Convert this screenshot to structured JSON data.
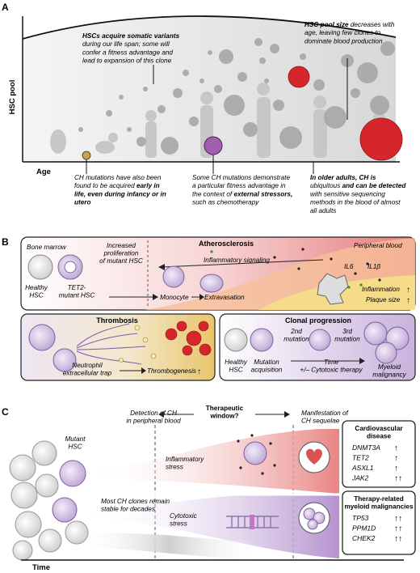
{
  "panels": {
    "a": "A",
    "b": "B",
    "c": "C"
  },
  "panel_a": {
    "y_axis": "HSC pool",
    "x_axis": "Age",
    "note_hsc_variants": [
      {
        "text": "HSCs acquire somatic variants",
        "style": "bi"
      },
      {
        "text": "during our life span; some will",
        "style": "i"
      },
      {
        "text": "confer a fitness advantage and",
        "style": "i"
      },
      {
        "text": "lead to expansion of this clone",
        "style": "i"
      }
    ],
    "note_pool_size": [
      {
        "text": "HSC pool size decreases with",
        "style": "bi",
        "split": "HSC pool size"
      },
      {
        "text": "age, leaving few clones to",
        "style": "i"
      },
      {
        "text": "dominate blood production",
        "style": "i"
      }
    ],
    "note_early": [
      {
        "text": "CH mutations have also been",
        "style": "i"
      },
      {
        "text": "found to be acquired early in",
        "style": "i",
        "split": "found to be acquired "
      },
      {
        "text": "life, even during infancy or in",
        "style": "bi"
      },
      {
        "text": "utero",
        "style": "bi"
      }
    ],
    "note_stressors": [
      {
        "text": "Some CH mutations demonstrate",
        "style": "i"
      },
      {
        "text": "a particular fitness advantage in",
        "style": "i"
      },
      {
        "text": "the context of external stressors,",
        "style": "i",
        "split": "the context of "
      },
      {
        "text": "such as chemotherapy",
        "style": "i"
      }
    ],
    "note_older": [
      {
        "text": "In older adults, CH is",
        "style": "bi"
      },
      {
        "text": "ubiquitous and can be detected",
        "style": "i",
        "split": "ubiquitous"
      },
      {
        "text": "with sensitive sequencing",
        "style": "i"
      },
      {
        "text": "methods in the blood of almost",
        "style": "i"
      },
      {
        "text": "all adults",
        "style": "i"
      }
    ]
  },
  "panel_b": {
    "atherosclerosis_title": "Atherosclerosis",
    "bone_marrow": "Bone marrow",
    "increased_prolif": [
      "Increased",
      "proliferation",
      "of mutant HSC"
    ],
    "inflammatory_signaling": "Inflammatory signaling",
    "peripheral_blood": "Peripheral blood",
    "healthy_hsc": [
      "Healthy",
      "HSC"
    ],
    "tet2_hsc": [
      "TET2-",
      "mutant HSC"
    ],
    "monocyte": "Monocyte",
    "extravasation": "Extravasation",
    "il6": "IL6",
    "il1b": "IL1β",
    "inflammation": "Inflammation",
    "plaque_size": "Plaque size",
    "thrombosis_title": "Thrombosis",
    "net": [
      "Neutrophil",
      "extracellular trap"
    ],
    "thrombogenesis": "Thrombogenesis",
    "clonal_title": "Clonal progression",
    "healthy_hsc2": [
      "Healthy",
      "HSC"
    ],
    "mutation_acq": [
      "Mutation",
      "acquisition"
    ],
    "second_mut": [
      "2nd",
      "mutation"
    ],
    "third_mut": [
      "3rd",
      "mutation"
    ],
    "time_cyto": [
      "Time",
      "+/– Cytotoxic therapy"
    ],
    "myeloid_malig": [
      "Myeloid",
      "malignancy"
    ]
  },
  "panel_c": {
    "detection": [
      "Detection of CH",
      "in peripheral blood"
    ],
    "therapeutic_window": [
      "Therapeutic",
      "window?"
    ],
    "manifestation": [
      "Manifestation of",
      "CH sequelae"
    ],
    "mutant_hsc": [
      "Mutant",
      "HSC"
    ],
    "inflammatory_stress": [
      "Inflammatory",
      "stress"
    ],
    "stable": [
      "Most CH clones remain",
      "stable for decades"
    ],
    "cytotoxic_stress": [
      "Cytotoxic",
      "stress"
    ],
    "time_label": "Time",
    "cv_box": {
      "title": [
        "Cardiovascular",
        "disease"
      ],
      "genes": [
        {
          "gene": "DNMT3A",
          "arrows": "↑"
        },
        {
          "gene": "TET2",
          "arrows": "↑"
        },
        {
          "gene": "ASXL1",
          "arrows": "↑"
        },
        {
          "gene": "JAK2",
          "arrows": "↑↑"
        }
      ]
    },
    "my_box": {
      "title": [
        "Therapy-related",
        "myeloid malignancies"
      ],
      "genes": [
        {
          "gene": "TP53",
          "arrows": "↑↑"
        },
        {
          "gene": "PPM1D",
          "arrows": "↑↑"
        },
        {
          "gene": "CHEK2",
          "arrows": "↑↑"
        }
      ]
    }
  },
  "colors": {
    "grey_circle": "#a7a7a7",
    "red_clone": "#d7262b",
    "purple_clone": "#a25fb0",
    "gold_clone": "#c9a34a",
    "pink": "#f2b7b7",
    "lavender": "#d9c6e6",
    "cream": "#f4e3ad"
  }
}
